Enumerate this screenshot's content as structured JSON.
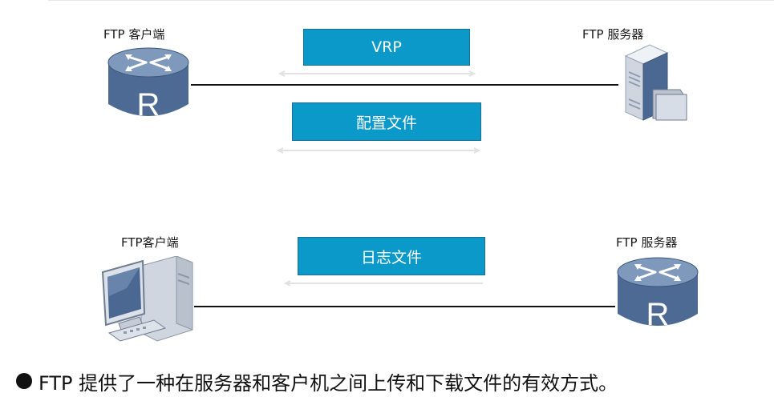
{
  "top": {
    "client_label": "FTP  客户端",
    "server_label": "FTP  服务器",
    "box1": "VRP",
    "box2": "配置文件"
  },
  "bottom": {
    "client_label": "FTP客户端",
    "server_label": "FTP  服务器",
    "box": "日志文件"
  },
  "caption": "FTP  提供了一种在服务器和客户机之间上传和下载文件的有效方式。",
  "router_letter": "R",
  "colors": {
    "box_fill": "#0a99c9",
    "router_body": "#4c6a93",
    "router_top": "#7f99bd",
    "server_body": "#cfd6e0"
  },
  "icons": [
    "router-icon",
    "server-icon",
    "pc-icon"
  ]
}
